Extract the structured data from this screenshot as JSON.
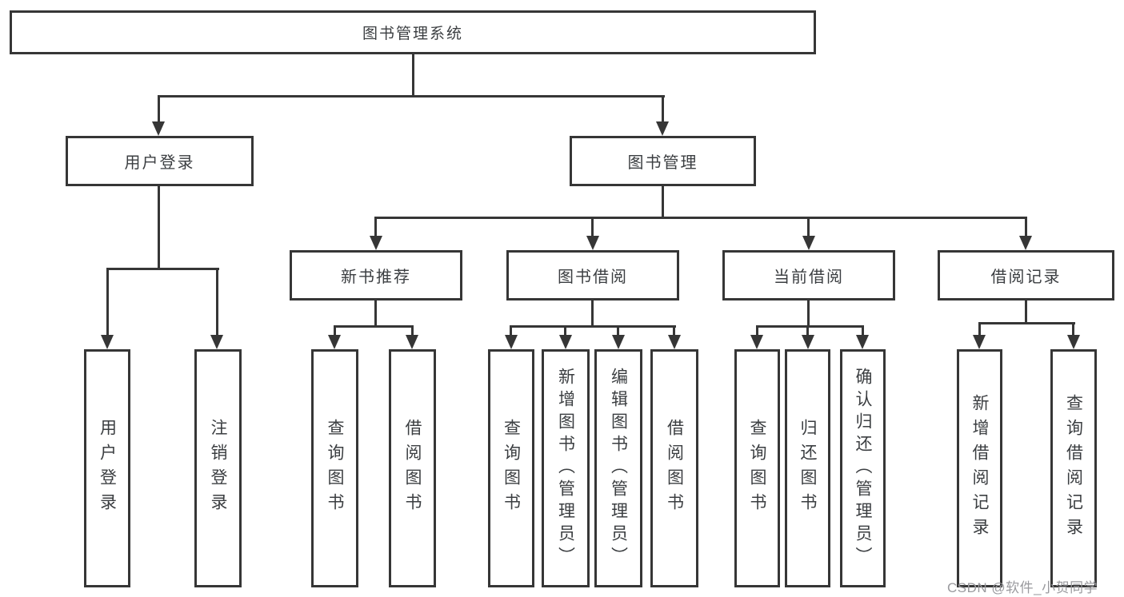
{
  "tree": {
    "root": {
      "label": "图书管理系统",
      "children": [
        {
          "label": "用户登录",
          "children": [
            {
              "label": "用户登录"
            },
            {
              "label": "注销登录"
            }
          ]
        },
        {
          "label": "图书管理",
          "children": [
            {
              "label": "新书推荐",
              "children": [
                {
                  "label": "查询图书"
                },
                {
                  "label": "借阅图书"
                }
              ]
            },
            {
              "label": "图书借阅",
              "children": [
                {
                  "label": "查询图书"
                },
                {
                  "label": "新增图书（管理员）"
                },
                {
                  "label": "编辑图书（管理员）"
                },
                {
                  "label": "借阅图书"
                }
              ]
            },
            {
              "label": "当前借阅",
              "children": [
                {
                  "label": "查询图书"
                },
                {
                  "label": "归还图书"
                },
                {
                  "label": "确认归还（管理员）"
                }
              ]
            },
            {
              "label": "借阅记录",
              "children": [
                {
                  "label": "新增借阅记录"
                },
                {
                  "label": "查询借阅记录"
                }
              ]
            }
          ]
        }
      ]
    }
  },
  "watermark": "CSDN @软件_小贺同学",
  "colors": {
    "line": "#363636",
    "text": "#3b3e41",
    "watermark": "#9a9a9e",
    "background": "#ffffff"
  }
}
